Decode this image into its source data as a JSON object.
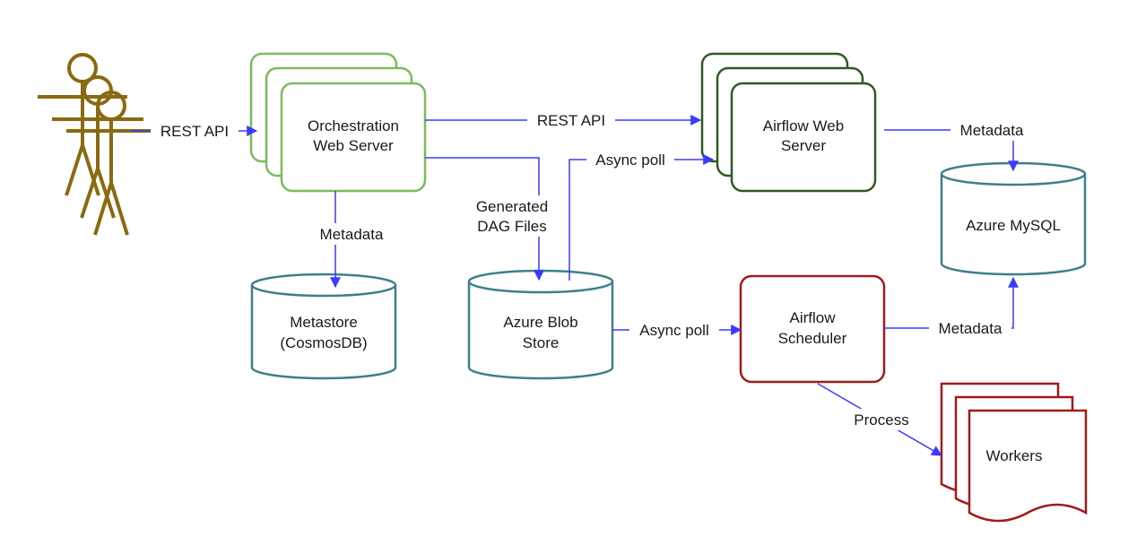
{
  "nodes": {
    "orchestration": {
      "line1": "Orchestration",
      "line2": "Web Server"
    },
    "airflow_web": {
      "line1": "Airflow Web",
      "line2": "Server"
    },
    "metastore": {
      "line1": "Metastore",
      "line2": "(CosmosDB)"
    },
    "blob": {
      "line1": "Azure Blob",
      "line2": "Store"
    },
    "mysql": {
      "line1": "Azure MySQL"
    },
    "scheduler": {
      "line1": "Airflow",
      "line2": "Scheduler"
    },
    "workers": {
      "line1": "Workers"
    }
  },
  "edges": {
    "user_rest": "REST API",
    "orch_airflow_rest": "REST API",
    "async_poll_top": "Async poll",
    "metadata_top": "Metadata",
    "metadata_orch": "Metadata",
    "generated_line1": "Generated",
    "generated_line2": "DAG Files",
    "async_poll_bottom": "Async poll",
    "metadata_scheduler": "Metadata",
    "process": "Process"
  },
  "colors": {
    "user": "#8a6a10",
    "orchestration": "#7cba5c",
    "airflow_web": "#2f5a22",
    "database": "#3e7f8c",
    "scheduler": "#a11a1a",
    "edge": "#3a3aff"
  }
}
